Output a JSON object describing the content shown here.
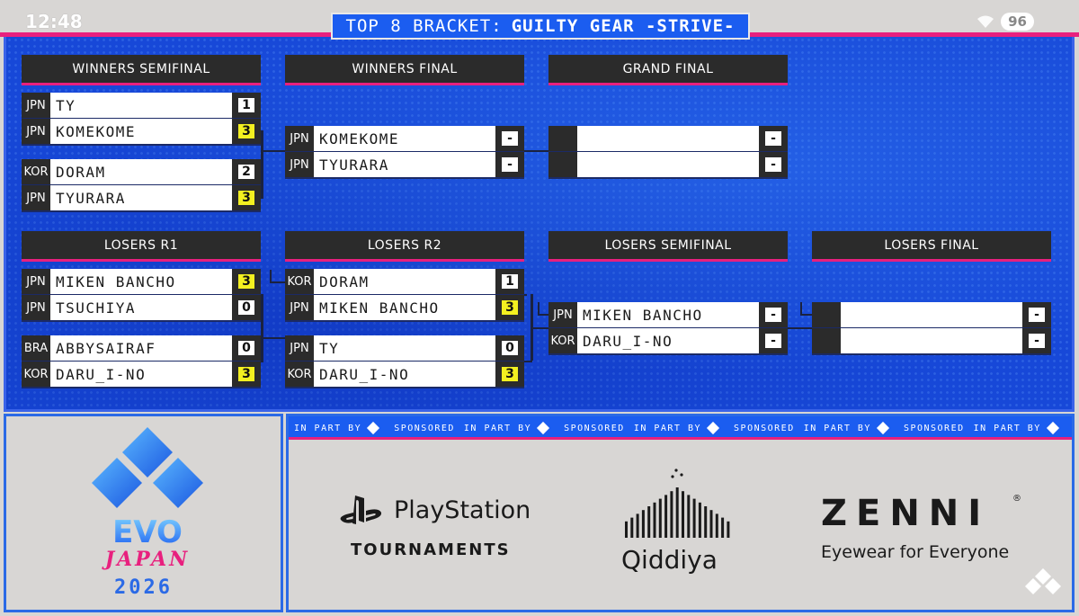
{
  "status_bar": {
    "time": "12:48",
    "battery": "96"
  },
  "title": {
    "prefix": "TOP 8 BRACKET:",
    "game": "GUILTY GEAR -STRIVE-"
  },
  "rounds": {
    "winners_semifinal": {
      "label": "WINNERS SEMIFINAL",
      "matches": [
        [
          {
            "country": "JPN",
            "name": "TY",
            "score": "1",
            "winner": false
          },
          {
            "country": "JPN",
            "name": "KOMEKOME",
            "score": "3",
            "winner": true
          }
        ],
        [
          {
            "country": "KOR",
            "name": "DORAM",
            "score": "2",
            "winner": false
          },
          {
            "country": "JPN",
            "name": "TYURARA",
            "score": "3",
            "winner": true
          }
        ]
      ]
    },
    "winners_final": {
      "label": "WINNERS FINAL",
      "matches": [
        [
          {
            "country": "JPN",
            "name": "KOMEKOME",
            "score": "-",
            "winner": false
          },
          {
            "country": "JPN",
            "name": "TYURARA",
            "score": "-",
            "winner": false
          }
        ]
      ]
    },
    "grand_final": {
      "label": "GRAND FINAL",
      "matches": [
        [
          {
            "country": "",
            "name": "",
            "score": "-",
            "winner": false
          },
          {
            "country": "",
            "name": "",
            "score": "-",
            "winner": false
          }
        ]
      ]
    },
    "losers_r1": {
      "label": "LOSERS R1",
      "matches": [
        [
          {
            "country": "JPN",
            "name": "MIKEN BANCHO",
            "score": "3",
            "winner": true
          },
          {
            "country": "JPN",
            "name": "TSUCHIYA",
            "score": "0",
            "winner": false
          }
        ],
        [
          {
            "country": "BRA",
            "name": "ABBYSAIRAF",
            "score": "0",
            "winner": false
          },
          {
            "country": "KOR",
            "name": "DARU_I-NO",
            "score": "3",
            "winner": true
          }
        ]
      ]
    },
    "losers_r2": {
      "label": "LOSERS R2",
      "matches": [
        [
          {
            "country": "KOR",
            "name": "DORAM",
            "score": "1",
            "winner": false
          },
          {
            "country": "JPN",
            "name": "MIKEN BANCHO",
            "score": "3",
            "winner": true
          }
        ],
        [
          {
            "country": "JPN",
            "name": "TY",
            "score": "0",
            "winner": false
          },
          {
            "country": "KOR",
            "name": "DARU_I-NO",
            "score": "3",
            "winner": true
          }
        ]
      ]
    },
    "losers_semifinal": {
      "label": "LOSERS SEMIFINAL",
      "matches": [
        [
          {
            "country": "JPN",
            "name": "MIKEN BANCHO",
            "score": "-",
            "winner": false
          },
          {
            "country": "KOR",
            "name": "DARU_I-NO",
            "score": "-",
            "winner": false
          }
        ]
      ]
    },
    "losers_final": {
      "label": "LOSERS FINAL",
      "matches": [
        [
          {
            "country": "",
            "name": "",
            "score": "-",
            "winner": false
          },
          {
            "country": "",
            "name": "",
            "score": "-",
            "winner": false
          }
        ]
      ]
    }
  },
  "event_logo": {
    "line1": "EVO",
    "line2": "JAPAN",
    "year": "2026"
  },
  "sponsor_ticker": {
    "phrases": [
      "IN PART BY",
      "SPONSORED",
      "IN PART BY",
      "SPONSORED",
      "IN PART BY",
      "SPONSORED",
      "IN PART BY",
      "SPONSORED",
      "IN PART BY",
      "SPONSORED",
      "IN PART BY",
      "SPONSORED",
      "IN PART BY",
      "SPONSORED",
      "IN PART BY",
      "SPONSORED"
    ]
  },
  "sponsors": {
    "playstation": {
      "name": "PlayStation",
      "sub": "TOURNAMENTS"
    },
    "qiddiya": {
      "name": "Qiddiya"
    },
    "zenni": {
      "name": "ZENNI",
      "reg": "®",
      "tagline": "Eyewear for Everyone"
    }
  },
  "colors": {
    "panel_blue": "#1748d8",
    "accent_pink": "#e8207e",
    "winner_yellow": "#f3f020",
    "header_dark": "#2b2b2b"
  }
}
